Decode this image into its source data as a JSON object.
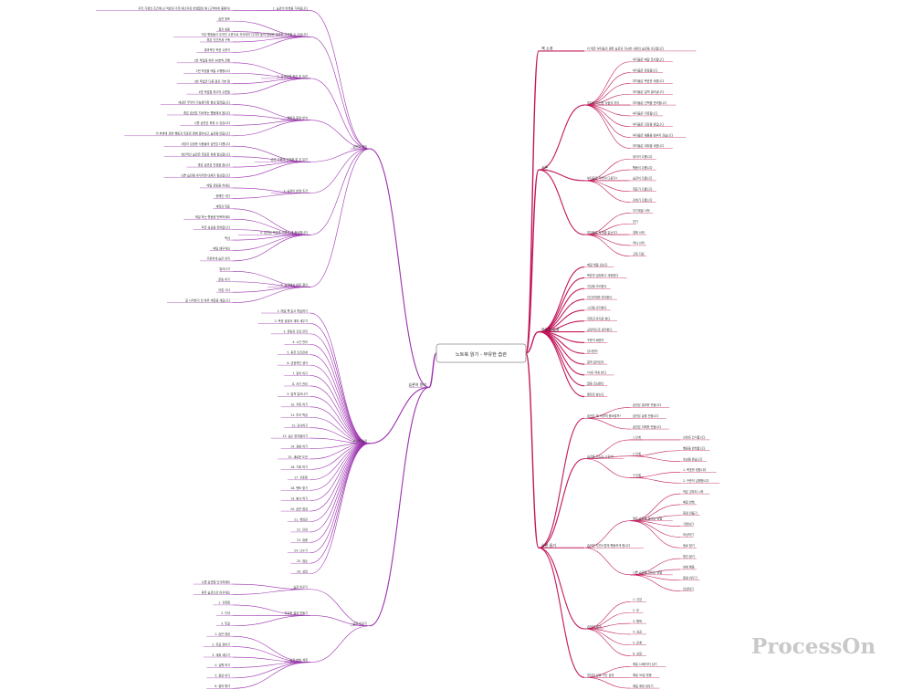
{
  "root": "노트북 읽기 - 부유한 습관",
  "left": [
    {
      "label": "습관의 원리",
      "children": [
        {
          "label": "습관의 정의",
          "children": [
            {
              "label": "1. 습관이 반복을 가져옵니다",
              "children": [
                "우리 가정의 조건에 난 억양과 가족 에너지를 반영합된 배 (고객하게 불평이)"
              ]
            },
            {
              "label": "기존 행동들이 무엇인 수준으로 지속되어 다가를 높아 결정한 결과를 가져올 수 있습니다",
              "children": [
                "습관 창조",
                "결과 창출",
                "좋은 인간관계 구축",
                "결과적인 목표 수준이"
              ]
            },
            {
              "label": "2. 습관이에 작은 맞 습관",
              "children": [
                "1번 작업을 하루 30분씩 진행",
                "2번 작업을 매일 수행합니다",
                "3번 작업은 다음 결과 기본 함",
                "4번 작업을 최고의 수준을"
              ]
            },
            {
              "label": "행동과 환경 분석",
              "children": [
                "세상은 무엇이 가능한지를 항상 알려줍니다",
                "좋은 습관은 지속하는 행동에서 옵니다",
                "나쁜 습관은 피할 수 있습니다",
                "이 부분에 관한 행동과 목표를 함께 알아보고 습관을 만듭니다"
              ]
            },
            {
              "label": "습관 다음에 규칙을 할 것 유지",
              "children": [
                "사업이 성공한 사람들의 습관은 다릅니다",
                "개인적인 습관은 목표를 위해 필요합니다",
                "좋은 습관은 안정을 줍니다",
                "나쁜 습관을 바꾸려면 대체가 필요합니다"
              ]
            },
            {
              "label": "3. 습관이 반영 조건",
              "children": [
                "매일 운동을 하세요",
                "정해진 식단"
              ]
            },
            {
              "label": "4. 습관은 목표를 이루는 데 중요합니다",
              "children": [
                "계획과 목표",
                "매일 하는 행동을 반복하세요",
                "작은 성공을 축하합니다",
                "독서",
                "매일 배우세요",
                "꾸준하게 습관 유지"
              ]
            },
            {
              "label": "5. 습관에서 하루 결과",
              "children": [
                "일어나기",
                "운동 하기",
                "아침 식사",
                "일 시작하기 전 하루 계획을 세웁니다"
              ]
            }
          ]
        },
        {
          "label": "부유한 습관",
          "children": [
            "1. 매일 책 읽고 학습하기",
            "2. 목표 설정과 계획 세우기",
            "3. 운동과 건강 관리",
            "4. 시간 관리",
            "5. 좋은 인간관계",
            "6. 긍정적인 생각",
            "7. 정직 하기",
            "8. 자기 관리",
            "9. 일찍 일어나기",
            "10. 저축 하기",
            "11. 투자 학습",
            "12. 감사하기",
            "13. 실수 받아들이기",
            "14. 경청 하기",
            "15. 새로운 도전",
            "16. 기록 하기",
            "17. 꾸준함",
            "18. 멘토 찾기",
            "19. 봉사 하기",
            "20. 습관 점검",
            "21. 책임감",
            "22. 인내",
            "23. 집중",
            "24. 나누기",
            "25. 겸손",
            "26. 성장"
          ]
        },
        {
          "label": "습관 바꾸기",
          "children": [
            {
              "label": "습관 바꾸기",
              "children": [
                "나쁜 습관을 인식하세요",
                "좋은 습관으로 바꾸세요"
              ]
            },
            {
              "label": "부유한 결과 만들기",
              "children": [
                "1. 꾸준함",
                "2. 인내",
                "3. 목표"
              ]
            },
            {
              "label": "습관 변화 계획",
              "children": [
                "1. 습관 점검",
                "2. 목표 정하기",
                "3. 계획 세우기",
                "4. 실행 하기",
                "5. 점검 하기",
                "6. 결과 평가"
              ]
            }
          ]
        }
      ]
    }
  ],
  "right": [
    {
      "label": "책 소개",
      "children": [
        "이 책은 부자들의 생활 습관과 가난한 사람의 습관을 비교합니다"
      ]
    },
    {
      "label": "서론",
      "children": [
        {
          "label": "부자와 가난한 사람의 차이",
          "children": [
            "부자들은 매일 독서합니다",
            "부자들은 운동합니다",
            "부자들은 목표를 세웁니다",
            "부자들은 일찍 일어납니다",
            "부자들은 인맥을 관리합니다",
            "부자들은 저축합니다",
            "부자들은 건강을 챙깁니다",
            "부자들은 배움을 멈추지 않습니다",
            "부자들은 계획을 세웁니다"
          ]
        },
        {
          "label": "부자들은 무엇이 다른가?",
          "children": [
            "생각이 다릅니다",
            "행동이 다릅니다",
            "습관이 다릅니다",
            "목표가 다릅니다",
            "관계가 다릅니다"
          ]
        },
        {
          "label": "부자들은 무엇을 읽는가?",
          "children": [
            "자기계발 서적",
            "전기",
            "경제 서적",
            "역사 서적",
            "교육 자료"
          ]
        }
      ]
    },
    {
      "label": "부유한 습관",
      "children": [
        "매일 책을 읽는다",
        "목표를 설정하고 계획한다",
        "건강을 관리한다",
        "인간관계를 관리한다",
        "시간을 관리한다",
        "저축과 투자를 한다",
        "긍정적으로 생각한다",
        "꾸준히 배운다",
        "감사한다",
        "일찍 일어난다",
        "TV를 적게 본다",
        "말을 조심한다",
        "멘토를 찾는다"
      ]
    },
    {
      "label": "습관 들기",
      "children": [
        {
          "label": "습관은 왜 이렇게 중요할까?",
          "children": [
            "습관은 결과를 만듭니다",
            "습관은 삶을 만듭니다",
            "습관은 미래를 만듭니다"
          ]
        },
        {
          "label": "습관을 만드는 3 단계",
          "children": [
            {
              "label": "1 단계",
              "children": [
                "신호를 인식합니다"
              ]
            },
            {
              "label": "2 단계",
              "children": [
                "행동을 반복합니다",
                "보상을 받습니다"
              ]
            },
            {
              "label": "3 단계",
              "children": [
                "1. 목표를 정합니다",
                "2. 꾸준히 실행합니다"
              ]
            }
          ]
        },
        {
          "label": "습관은 자연스럽게 행동하게 합니다",
          "children": [
            {
              "label": "좋은 습관을 들이는 방법",
              "children": [
                "작은 것부터 시작",
                "매일 반복",
                "환경 만들기",
                "기록하기",
                "보상하기",
                "동료 찾기"
              ]
            },
            {
              "label": "나쁜 습관을 버리는 방법",
              "children": [
                "원인 찾기",
                "대체 행동",
                "환경 바꾸기",
                "인내하기"
              ]
            }
          ]
        },
        {
          "label": "습관의 결과",
          "children": [
            "1. 건강",
            "2. 부",
            "3. 행복",
            "4. 성공",
            "5. 관계",
            "6. 성장"
          ]
        },
        {
          "label": "부자의 길로 가는 습관",
          "children": [
            "매일 10페이지 읽기",
            "매일 30분 운동",
            "매일 계획 세우기"
          ]
        }
      ]
    }
  ],
  "watermark": "ProcessOn",
  "colors": {
    "left_branch": "#9b2fae",
    "right_branch": "#c2185b",
    "root_border": "#888888"
  }
}
